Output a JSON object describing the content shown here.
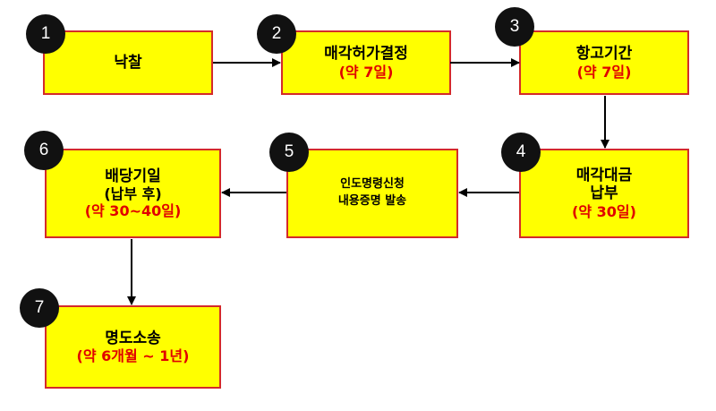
{
  "steps": [
    {
      "number": "1",
      "lines": [
        "낙찰"
      ],
      "note": ""
    },
    {
      "number": "2",
      "lines": [
        "매각허가결정"
      ],
      "note": "(약 7일)"
    },
    {
      "number": "3",
      "lines": [
        "항고기간"
      ],
      "note": "(약 7일)"
    },
    {
      "number": "4",
      "lines": [
        "매각대금",
        "납부"
      ],
      "note": "(약 30일)"
    },
    {
      "number": "5",
      "lines": [
        "인도명령신청",
        "내용증명 발송"
      ],
      "note": ""
    },
    {
      "number": "6",
      "lines": [
        "배당기일",
        "(납부 후)"
      ],
      "note": "(약 30~40일)"
    },
    {
      "number": "7",
      "lines": [
        "명도소송"
      ],
      "note": "(약 6개월 ~ 1년)"
    }
  ],
  "colors": {
    "box_fill": "#ffff00",
    "box_border": "#d42a2a",
    "note_text": "#e00000",
    "badge": "#111111"
  }
}
